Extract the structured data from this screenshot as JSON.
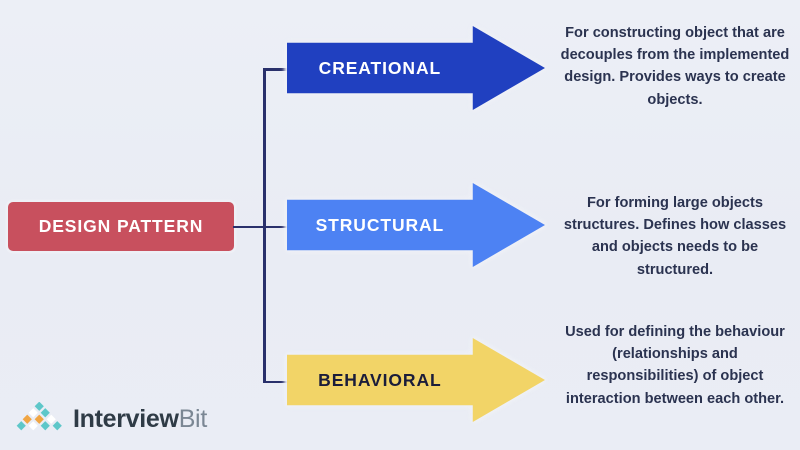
{
  "diagram": {
    "root": {
      "label": "DESIGN PATTERN",
      "color": "#c8505e"
    },
    "branches": [
      {
        "id": "creational",
        "label": "CREATIONAL",
        "color": "#2040c0",
        "text_color": "#ffffff",
        "description": "For constructing object that are decouples from the implemented design. Provides ways to create objects."
      },
      {
        "id": "structural",
        "label": "STRUCTURAL",
        "color": "#4d82f3",
        "text_color": "#ffffff",
        "description": "For forming large objects structures. Defines how classes and objects needs to be structured."
      },
      {
        "id": "behavioral",
        "label": "BEHAVIORAL",
        "color": "#f2d467",
        "text_color": "#1b1d3a",
        "description": "Used for defining the behaviour (relationships and responsibilities) of object interaction between each other."
      }
    ],
    "connector_color": "#29306b",
    "background_color": "#eaedf5"
  },
  "branding": {
    "logo_icon": "interviewbit-diamond-pyramid-logo",
    "name_bold": "Interview",
    "name_light": "Bit",
    "mark_colors": [
      "#5ec7c9",
      "#f0a543",
      "#ffffff"
    ]
  }
}
